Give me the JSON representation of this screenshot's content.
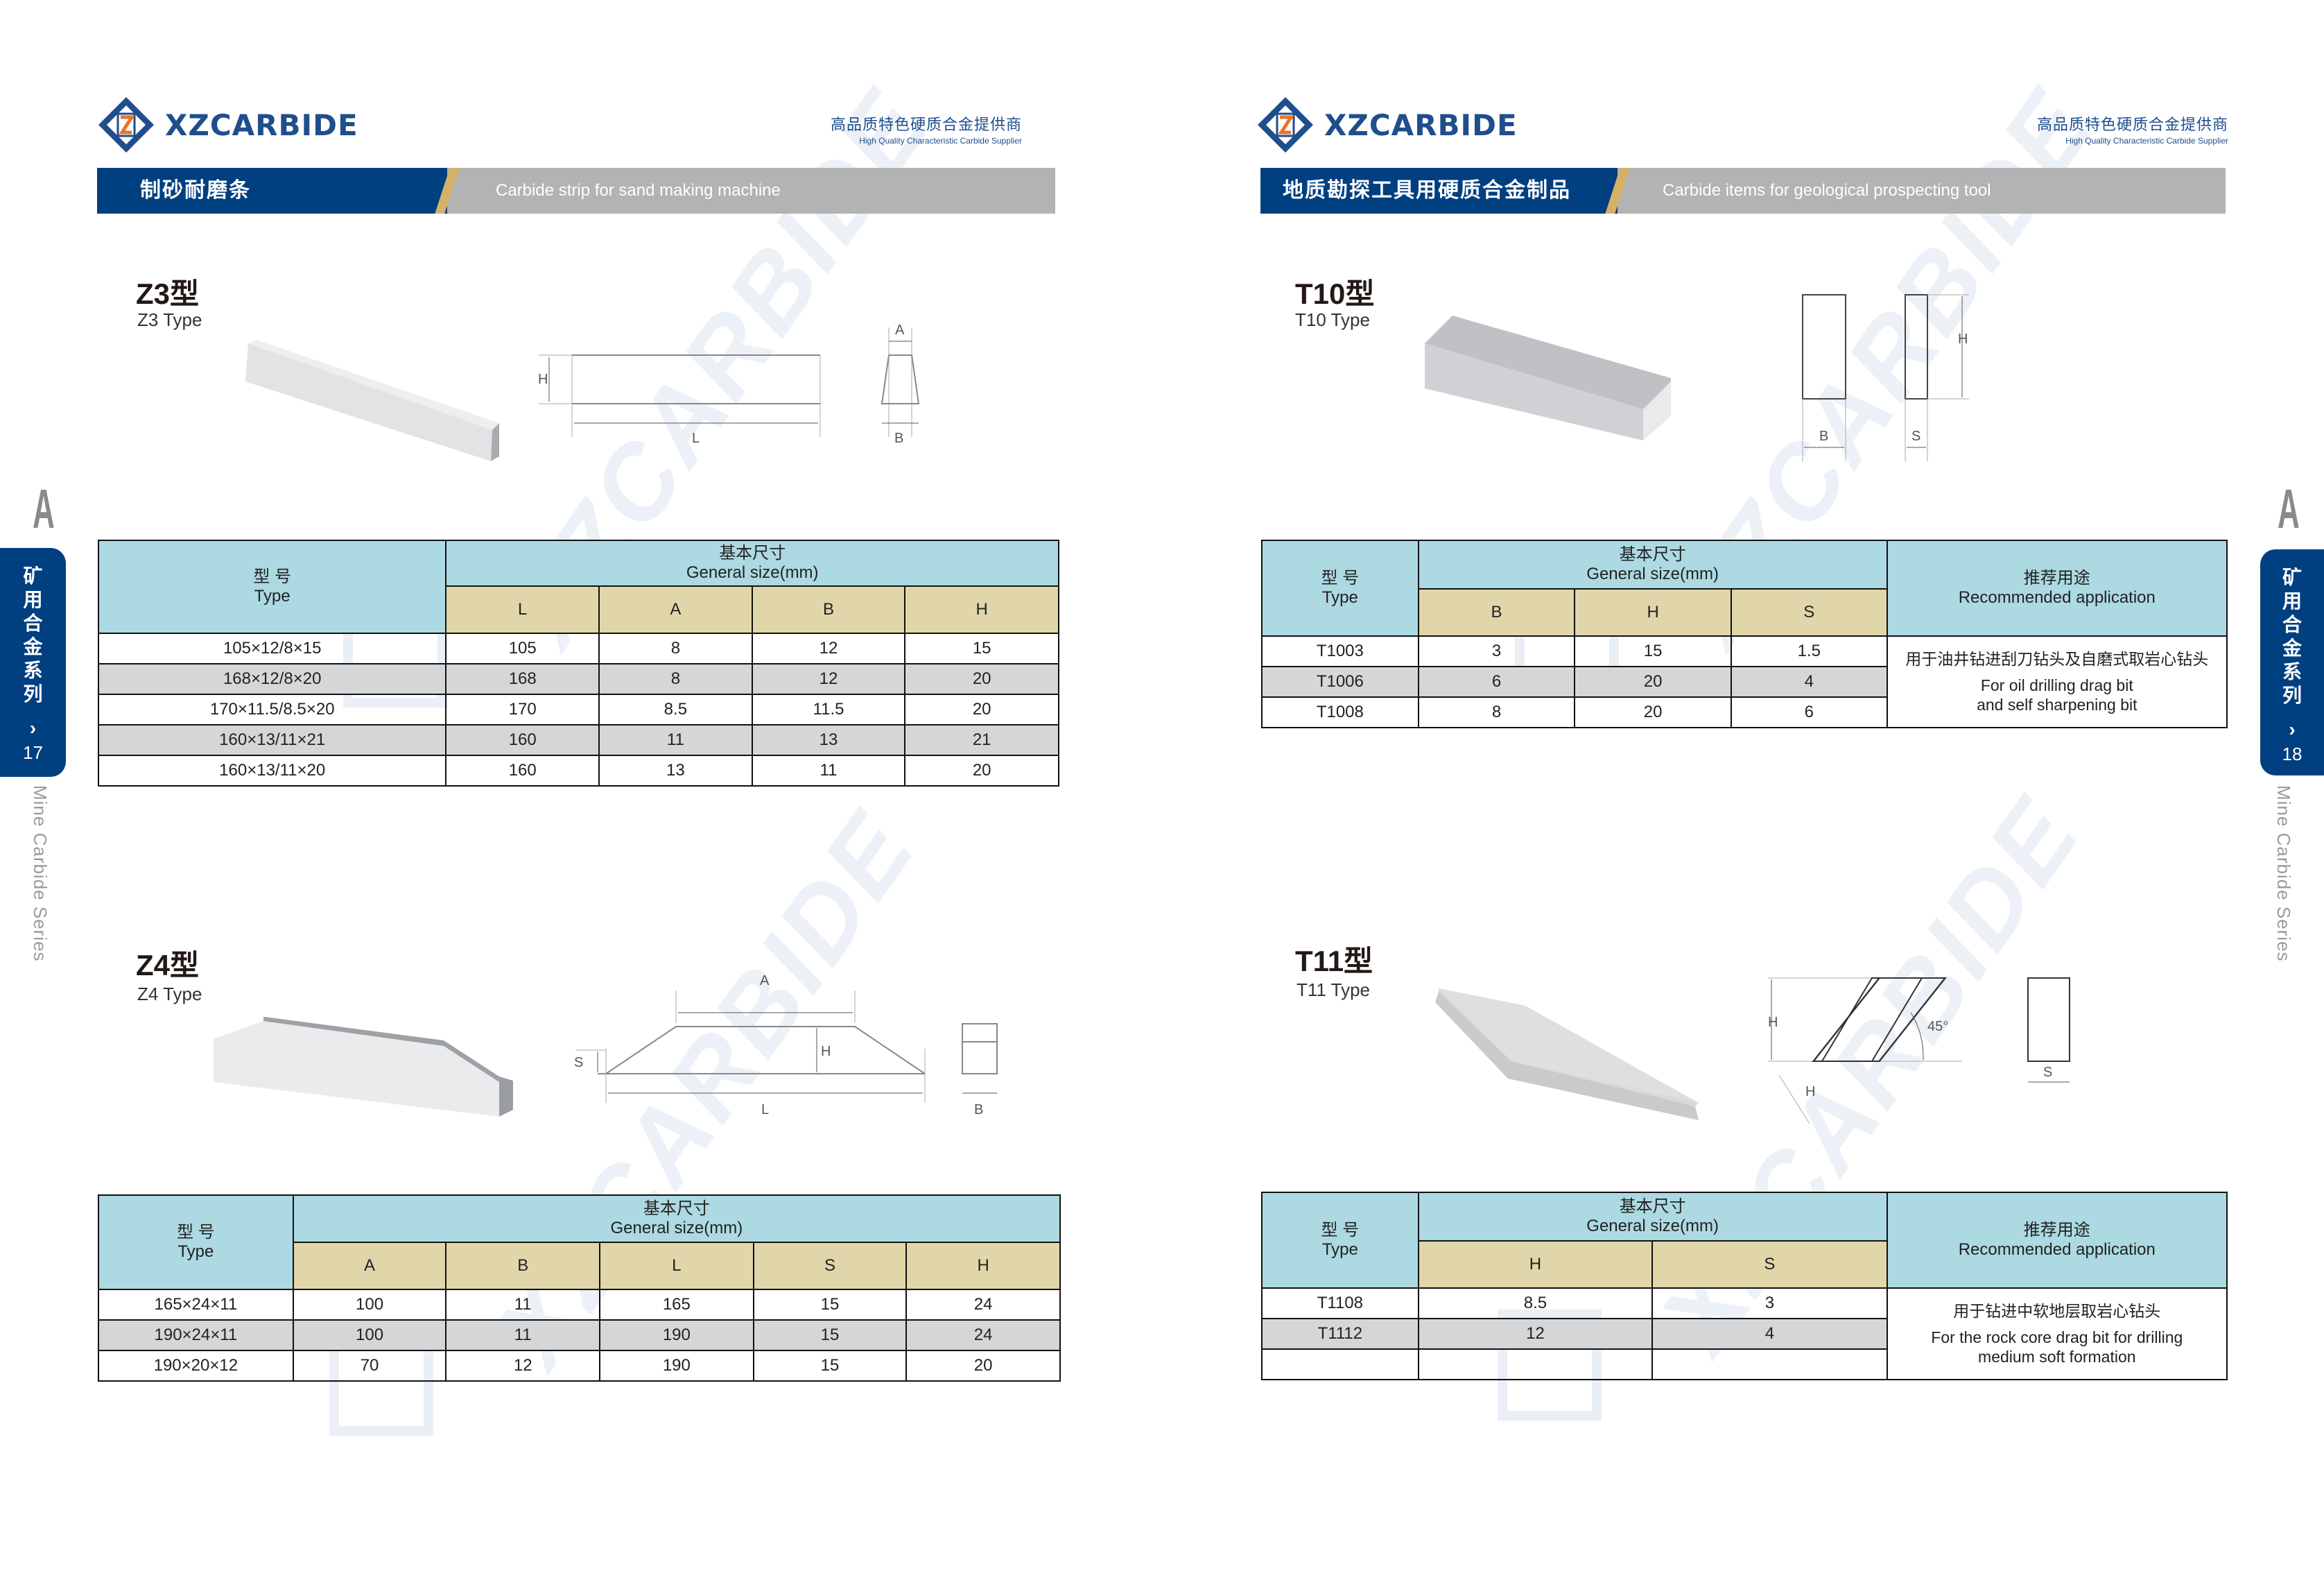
{
  "brand": {
    "name": "XZCARBIDE",
    "slogan_cn": "高品质特色硬质合金提供商",
    "slogan_en": "High Quality Characteristic Carbide Supplier",
    "watermark": "XZCARBIDE",
    "colors": {
      "navy": "#003f80",
      "gold": "#d3b268",
      "banner_gray": "#b3b3b3",
      "header_blue": "#acd9e2",
      "header_gold": "#e0d6a9",
      "row_gray": "#d4d6d7"
    }
  },
  "left_page": {
    "banner": {
      "cn": "制砂耐磨条",
      "en": "Carbide strip for sand making machine"
    },
    "side_tab": {
      "letter": "A",
      "cn": "矿用合金系列",
      "chevron": "›",
      "page": "17",
      "series": "Mine Carbide Series"
    },
    "z3": {
      "title": "Z3型",
      "subtitle": "Z3 Type",
      "diagram_labels": {
        "H": "H",
        "L": "L",
        "A": "A",
        "B": "B"
      },
      "table": {
        "type_cn": "型 号",
        "type_en": "Type",
        "size_cn": "基本尺寸",
        "size_en": "General size(mm)",
        "columns": [
          "L",
          "A",
          "B",
          "H"
        ],
        "rows": [
          {
            "type": "105×12/8×15",
            "values": [
              "105",
              "8",
              "12",
              "15"
            ]
          },
          {
            "type": "168×12/8×20",
            "values": [
              "168",
              "8",
              "12",
              "20"
            ]
          },
          {
            "type": "170×11.5/8.5×20",
            "values": [
              "170",
              "8.5",
              "11.5",
              "20"
            ]
          },
          {
            "type": "160×13/11×21",
            "values": [
              "160",
              "11",
              "13",
              "21"
            ]
          },
          {
            "type": "160×13/11×20",
            "values": [
              "160",
              "13",
              "11",
              "20"
            ]
          }
        ]
      }
    },
    "z4": {
      "title": "Z4型",
      "subtitle": "Z4 Type",
      "diagram_labels": {
        "A": "A",
        "S": "S",
        "H": "H",
        "L": "L",
        "B": "B"
      },
      "table": {
        "type_cn": "型 号",
        "type_en": "Type",
        "size_cn": "基本尺寸",
        "size_en": "General size(mm)",
        "columns": [
          "A",
          "B",
          "L",
          "S",
          "H"
        ],
        "rows": [
          {
            "type": "165×24×11",
            "values": [
              "100",
              "11",
              "165",
              "15",
              "24"
            ]
          },
          {
            "type": "190×24×11",
            "values": [
              "100",
              "11",
              "190",
              "15",
              "24"
            ]
          },
          {
            "type": "190×20×12",
            "values": [
              "70",
              "12",
              "190",
              "15",
              "20"
            ]
          }
        ]
      }
    }
  },
  "right_page": {
    "banner": {
      "cn": "地质勘探工具用硬质合金制品",
      "en": "Carbide  items for  geological prospecting  tool"
    },
    "side_tab": {
      "letter": "A",
      "cn": "矿用合金系列",
      "chevron": "›",
      "page": "18",
      "series": "Mine Carbide Series"
    },
    "t10": {
      "title": "T10型",
      "subtitle": "T10  Type",
      "diagram_labels": {
        "H": "H",
        "B": "B",
        "S": "S"
      },
      "table": {
        "type_cn": "型 号",
        "type_en": "Type",
        "size_cn": "基本尺寸",
        "size_en": "General size(mm)",
        "app_cn": "推荐用途",
        "app_en": "Recommended application",
        "columns": [
          "B",
          "H",
          "S"
        ],
        "rows": [
          {
            "type": "T1003",
            "values": [
              "3",
              "15",
              "1.5"
            ]
          },
          {
            "type": "T1006",
            "values": [
              "6",
              "20",
              "4"
            ]
          },
          {
            "type": "T1008",
            "values": [
              "8",
              "20",
              "6"
            ]
          }
        ],
        "application": {
          "cn": "用于油井钻进刮刀钻头及自磨式取岩心钻头",
          "en_line1": "For oil drilling drag bit",
          "en_line2": "and self sharpening bit"
        }
      }
    },
    "t11": {
      "title": "T11型",
      "subtitle": "T11  Type",
      "diagram_labels": {
        "H": "H",
        "angle": "45°",
        "H2": "H",
        "S": "S"
      },
      "table": {
        "type_cn": "型 号",
        "type_en": "Type",
        "size_cn": "基本尺寸",
        "size_en": "General size(mm)",
        "app_cn": "推荐用途",
        "app_en": "Recommended application",
        "columns": [
          "H",
          "S"
        ],
        "rows": [
          {
            "type": "T1108",
            "values": [
              "8.5",
              "3"
            ]
          },
          {
            "type": "T1112",
            "values": [
              "12",
              "4"
            ]
          },
          {
            "type": "",
            "values": [
              "",
              ""
            ]
          }
        ],
        "application": {
          "cn": "用于钻进中软地层取岩心钻头",
          "en_line1": "For the rock core drag bit for drilling",
          "en_line2": "medium soft formation"
        }
      }
    }
  }
}
